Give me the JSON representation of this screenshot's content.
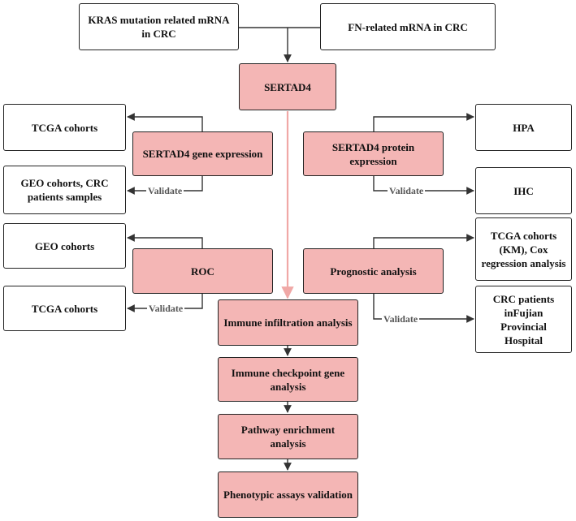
{
  "nodes": {
    "kras": "KRAS mutation related mRNA in CRC",
    "fn": "FN-related mRNA in CRC",
    "sertad4": "SERTAD4",
    "gene_expr": "SERTAD4 gene expression",
    "protein_expr": "SERTAD4 protein expression",
    "tcga_left_1": "TCGA cohorts",
    "geo_crc": "GEO cohorts, CRC patients samples",
    "hpa": "HPA",
    "ihc": "IHC",
    "geo_left": "GEO cohorts",
    "roc": "ROC",
    "prognostic": "Prognostic analysis",
    "tcga_left_2": "TCGA cohorts",
    "tcga_km": "TCGA cohorts (KM), Cox regression analysis",
    "crc_fujian": "CRC patients inFujian Provincial Hospital",
    "immune_infil": "Immune infiltration analysis",
    "immune_checkpoint": "Immune checkpoint gene analysis",
    "pathway": "Pathway enrichment analysis",
    "phenotypic": "Phenotypic assays validation"
  },
  "labels": {
    "validate_1": "Validate",
    "validate_2": "Validate",
    "validate_3": "Validate",
    "validate_4": "Validate"
  },
  "colors": {
    "pink_fill": "#f4b6b5",
    "main_arrow": "#f0a8a6",
    "line": "#333333"
  }
}
